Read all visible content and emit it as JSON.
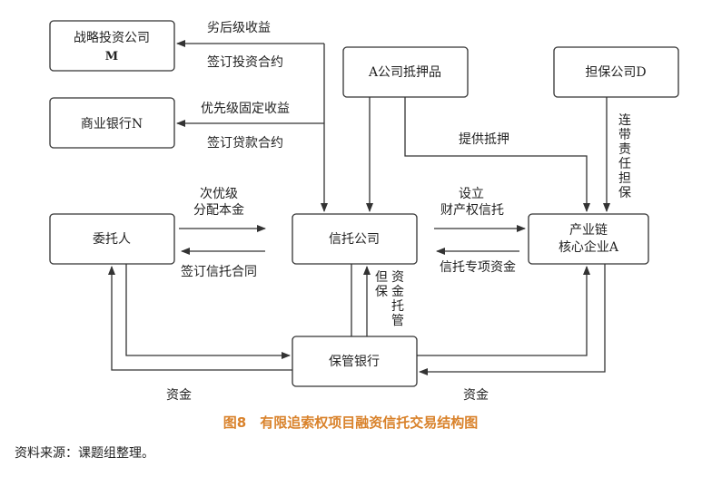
{
  "nodes": {
    "strategic_investor": {
      "line1": "战略投资公司",
      "line2": "M"
    },
    "commercial_bank": {
      "label": "商业银行N"
    },
    "mortgage_goods": {
      "label": "A公司抵押品"
    },
    "guarantor": {
      "label": "担保公司D"
    },
    "entrustor": {
      "label": "委托人"
    },
    "trust_company": {
      "label": "信托公司"
    },
    "core_enterprise": {
      "line1": "产业链",
      "line2": "核心企业A"
    },
    "custodian_bank": {
      "label": "保管银行"
    }
  },
  "edges": {
    "subordinated_income": "劣后级收益",
    "sign_investment": "签订投资合约",
    "priority_income": "优先级固定收益",
    "sign_loan": "签订贷款合约",
    "provide_mortgage": "提供抵押",
    "joint_guarantee": [
      "连",
      "带",
      "责",
      "任",
      "担",
      "保"
    ],
    "secondary_distribution": [
      "次优级",
      "分配本金"
    ],
    "sign_trust_contract": "签订信托合同",
    "establish_trust": [
      "设立",
      "财产权信托"
    ],
    "trust_special_funds": "信托专项资金",
    "guarantee_label": [
      "但",
      "保"
    ],
    "fund_custody": [
      "资",
      "金",
      "托",
      "管"
    ],
    "funds_left": "资金",
    "funds_right": "资金"
  },
  "caption": "图8　有限追索权项目融资信托交易结构图",
  "source": "资料来源：课题组整理。",
  "colors": {
    "caption": "#d9822b",
    "stroke": "#333333"
  }
}
